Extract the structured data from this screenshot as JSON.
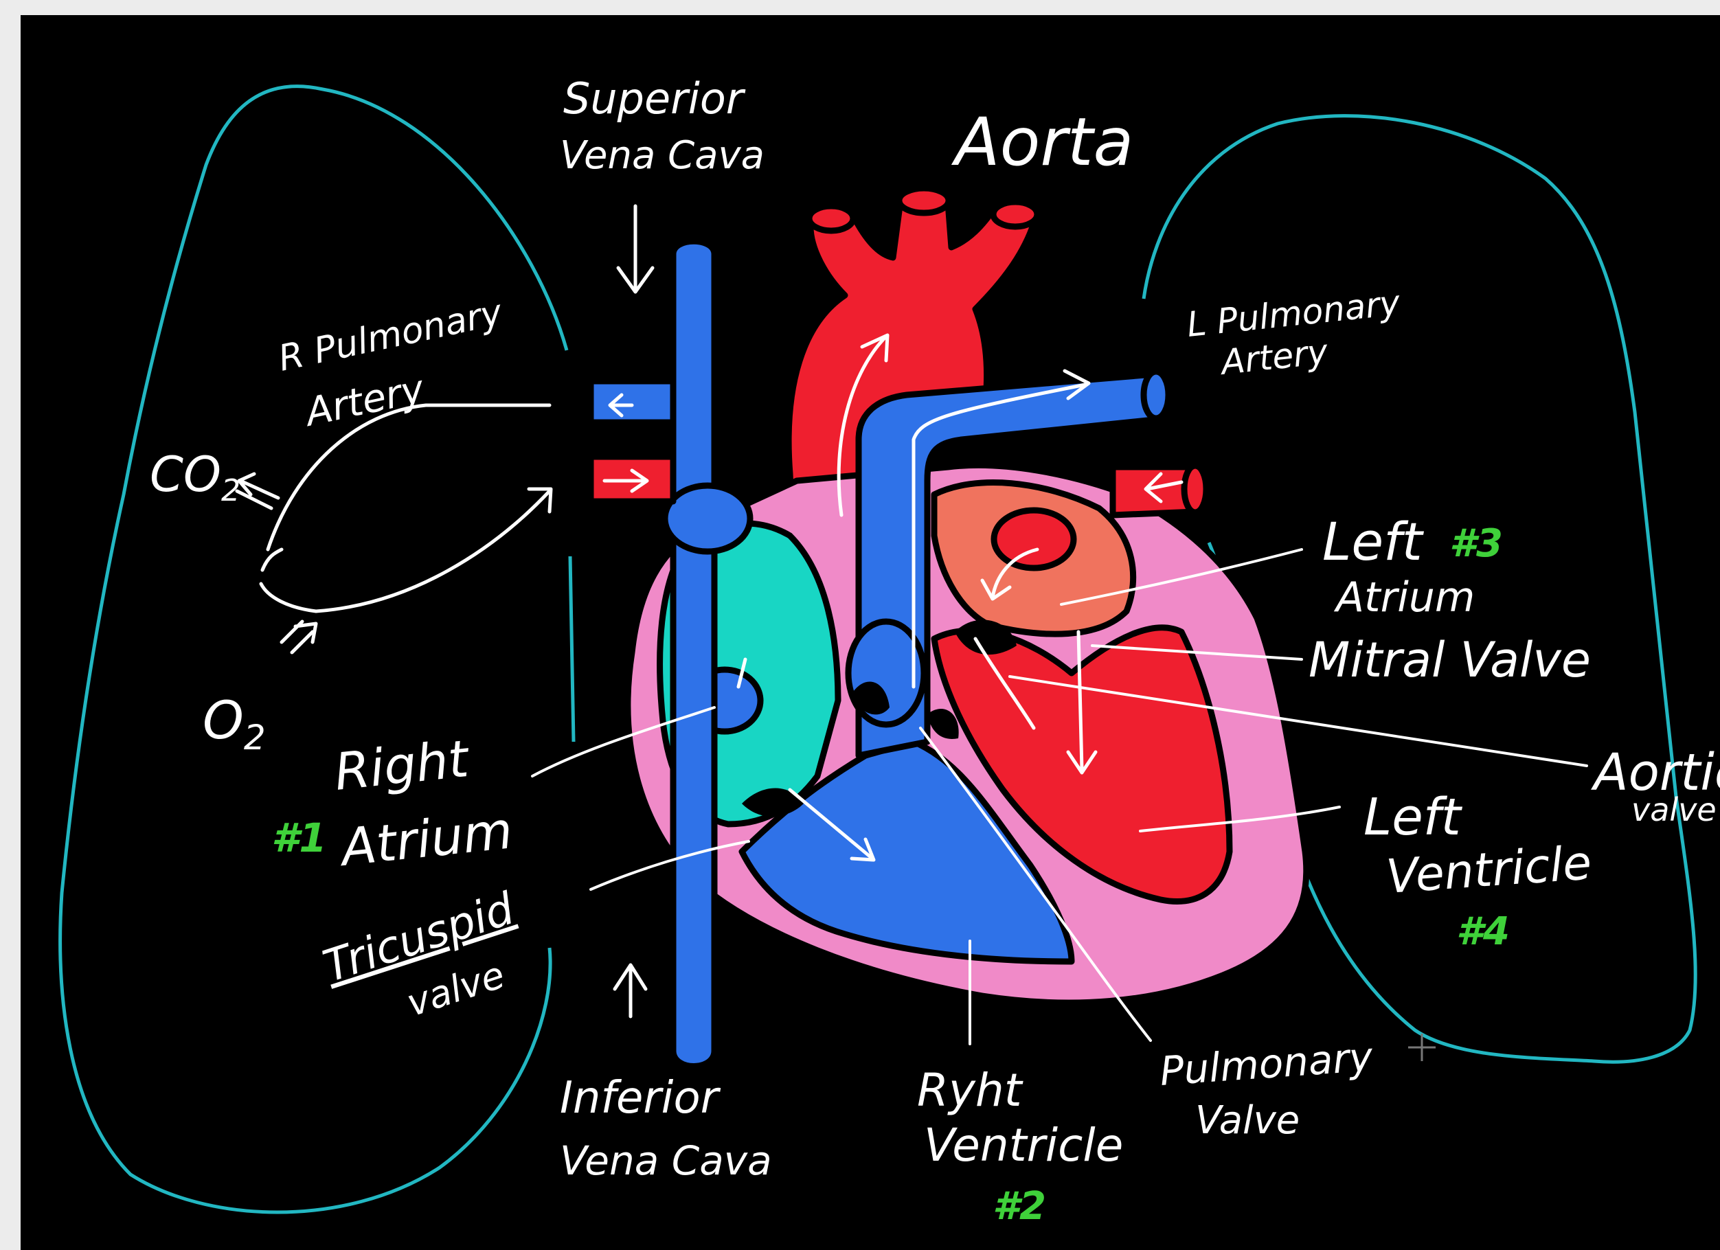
{
  "colors": {
    "background": "#000000",
    "lung_outline": "#22b7c2",
    "oxygenated_blood": "#ef1f2f",
    "deoxygenated_blood": "#2f72e8",
    "right_atrium_fill": "#18d6c4",
    "left_atrium_fill": "#f0735e",
    "myocardium": "#f08ac8",
    "ink": "#ffffff",
    "step_numbers": "#3fd13a"
  },
  "labels": {
    "superior_vena_cava": [
      "Superior",
      "Vena Cava"
    ],
    "aorta": "Aorta",
    "r_pulmonary_artery": [
      "R Pulmonary",
      "Artery"
    ],
    "l_pulmonary_artery": [
      "L Pulmonary",
      "Artery"
    ],
    "co2": "CO",
    "co2_sub": "2",
    "o2": "O",
    "o2_sub": "2",
    "right_atrium": [
      "Right",
      "Atrium"
    ],
    "left_atrium": [
      "Left",
      "Atrium"
    ],
    "mitral_valve": "Mitral Valve",
    "aortic_valve": [
      "Aortic",
      "valve"
    ],
    "left_ventricle": [
      "Left",
      "Ventricle"
    ],
    "tricuspid_valve": [
      "Tricuspid",
      "valve"
    ],
    "inferior_vena_cava": [
      "Inferior",
      "Vena Cava"
    ],
    "right_ventricle": [
      "Ryht",
      "Ventricle"
    ],
    "pulmonary_valve": [
      "Pulmonary",
      "Valve"
    ]
  },
  "steps": {
    "right_atrium": "#1",
    "right_ventricle": "#2",
    "left_atrium": "#3",
    "left_ventricle": "#4"
  }
}
